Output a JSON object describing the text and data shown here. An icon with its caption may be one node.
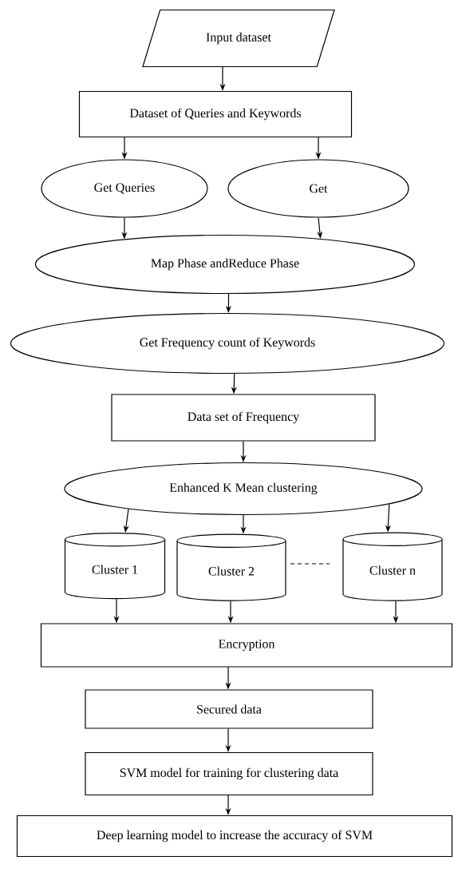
{
  "diagram": {
    "nodes": [
      {
        "text": [
          "Input dataset"
        ]
      },
      {
        "text": [
          "Dataset of Queries and Keywords"
        ]
      },
      {
        "text": [
          "Get Queries"
        ]
      },
      {
        "text": [
          "Get"
        ]
      },
      {
        "text": [
          "Map Phase andReduce Phase"
        ]
      },
      {
        "text": [
          "Get Frequency count of Keywords"
        ]
      },
      {
        "text": [
          "Data set of Frequency"
        ]
      },
      {
        "text": [
          "Enhanced K Mean clustering"
        ]
      },
      {
        "text": [
          "Cluster 1"
        ]
      },
      {
        "text": [
          "Cluster 2"
        ]
      },
      {
        "text": [
          "Cluster n"
        ]
      },
      {
        "text": [
          "Encryption"
        ]
      },
      {
        "text": [
          "Secured data"
        ]
      },
      {
        "text": [
          "SVM model for training for clustering data"
        ]
      },
      {
        "text": [
          "Deep learning model to increase the accuracy of SVM"
        ]
      }
    ],
    "edges": [
      {
        "from": 0,
        "to": 1,
        "arrow": "to"
      },
      {
        "from": 1,
        "to": 2,
        "arrow": "to"
      },
      {
        "from": 1,
        "to": 3,
        "arrow": "to"
      },
      {
        "from": 2,
        "to": 4,
        "arrow": "to"
      },
      {
        "from": 3,
        "to": 4,
        "arrow": "to"
      },
      {
        "from": 4,
        "to": 5,
        "arrow": "to"
      },
      {
        "from": 5,
        "to": 6,
        "arrow": "to"
      },
      {
        "from": 6,
        "to": 7,
        "arrow": "to"
      },
      {
        "from": 7,
        "to": 8,
        "arrow": "to"
      },
      {
        "from": 7,
        "to": 9,
        "arrow": "to"
      },
      {
        "from": 7,
        "to": 10,
        "arrow": "to"
      },
      {
        "from": 8,
        "to": 11,
        "arrow": "to"
      },
      {
        "from": 9,
        "to": 11,
        "arrow": "to"
      },
      {
        "from": 10,
        "to": 11,
        "arrow": "to"
      },
      {
        "from": 11,
        "to": 12,
        "arrow": "to"
      },
      {
        "from": 12,
        "to": 13,
        "arrow": "to"
      },
      {
        "from": 13,
        "to": 14,
        "arrow": "to"
      }
    ]
  }
}
